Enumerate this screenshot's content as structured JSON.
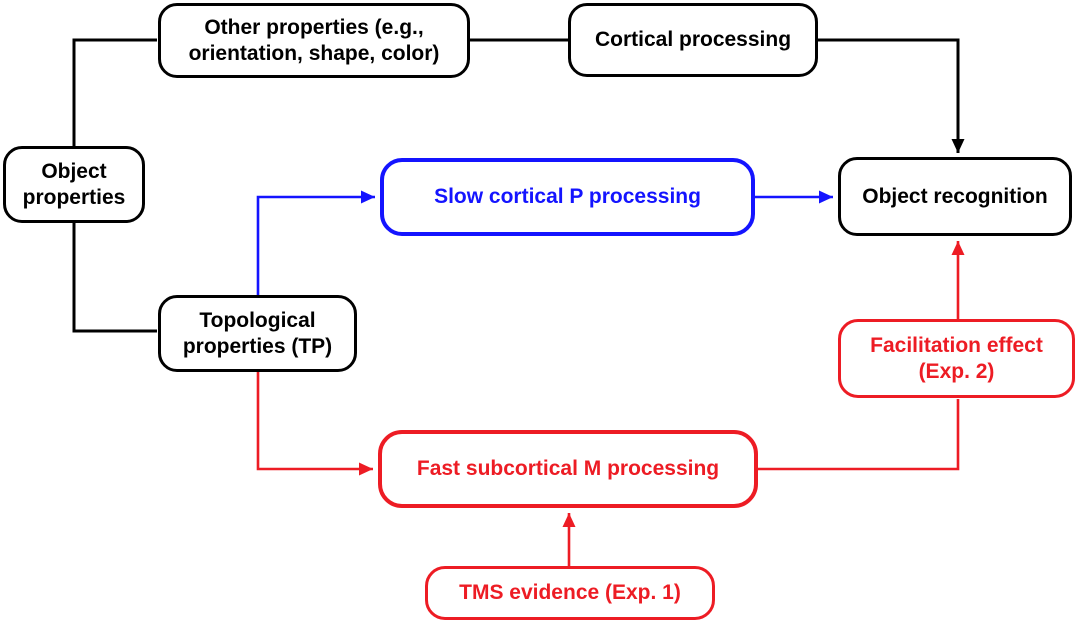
{
  "colors": {
    "black": "#000000",
    "blue": "#1414FF",
    "red": "#ED1C24",
    "background": "#FFFFFF"
  },
  "diagram": {
    "type": "flowchart",
    "nodes": {
      "object_properties": {
        "label": "Object\nproperties",
        "color": "black"
      },
      "other_properties": {
        "label": "Other properties (e.g.,\norientation, shape, color)",
        "color": "black"
      },
      "cortical_processing": {
        "label": "Cortical processing",
        "color": "black"
      },
      "slow_cortical": {
        "label": "Slow cortical P processing",
        "color": "blue"
      },
      "object_recognition": {
        "label": "Object recognition",
        "color": "black"
      },
      "topological": {
        "label": "Topological\nproperties (TP)",
        "color": "black"
      },
      "facilitation": {
        "label": "Facilitation effect\n(Exp. 2)",
        "color": "red"
      },
      "fast_subcortical": {
        "label": "Fast subcortical M processing",
        "color": "red"
      },
      "tms_evidence": {
        "label": "TMS evidence (Exp. 1)",
        "color": "red"
      }
    },
    "edges": [
      {
        "from": "object_properties",
        "to": "other_properties",
        "color": "black",
        "arrow": false
      },
      {
        "from": "other_properties",
        "to": "cortical_processing",
        "color": "black",
        "arrow": false
      },
      {
        "from": "cortical_processing",
        "to": "object_recognition",
        "color": "black",
        "arrow": true
      },
      {
        "from": "object_properties",
        "to": "topological",
        "color": "black",
        "arrow": false
      },
      {
        "from": "topological",
        "to": "slow_cortical",
        "color": "blue",
        "arrow": true
      },
      {
        "from": "slow_cortical",
        "to": "object_recognition",
        "color": "blue",
        "arrow": true
      },
      {
        "from": "topological",
        "to": "fast_subcortical",
        "color": "red",
        "arrow": true
      },
      {
        "from": "fast_subcortical",
        "to": "facilitation",
        "color": "red",
        "arrow": false
      },
      {
        "from": "facilitation",
        "to": "object_recognition",
        "color": "red",
        "arrow": true
      },
      {
        "from": "tms_evidence",
        "to": "fast_subcortical",
        "color": "red",
        "arrow": true
      }
    ]
  }
}
